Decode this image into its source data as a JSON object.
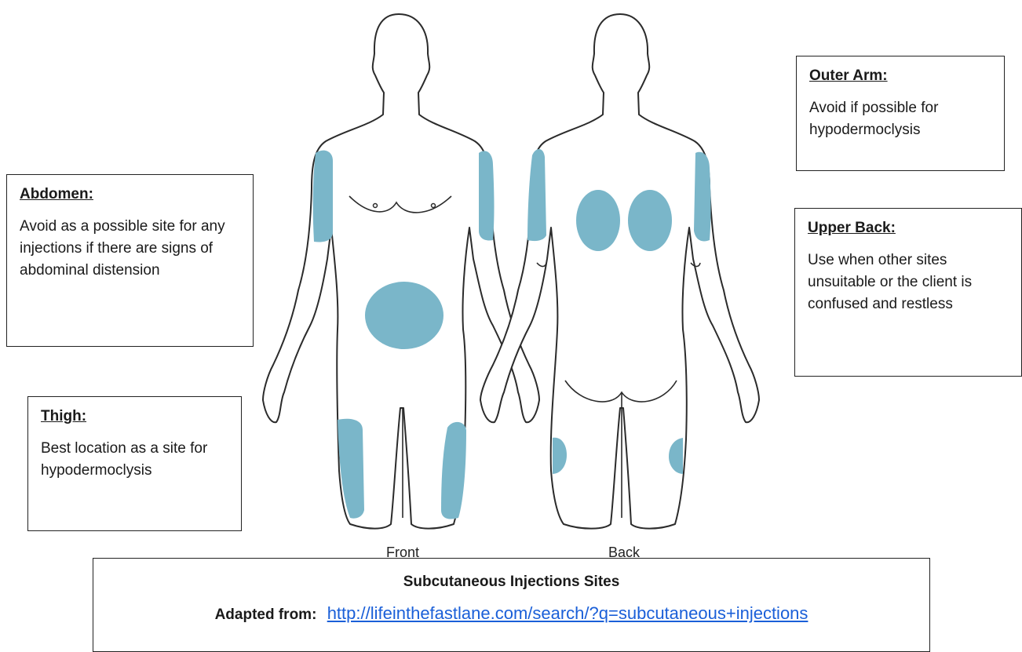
{
  "notes": {
    "abdomen": {
      "title": "Abdomen:",
      "text": "Avoid as a possible site for any injections if there are signs of abdominal distension"
    },
    "thigh": {
      "title": "Thigh:",
      "text": "Best location as a site for hypodermoclysis"
    },
    "outer_arm": {
      "title": "Outer Arm:",
      "text": "Avoid if possible for hypodermoclysis"
    },
    "upper_back": {
      "title": "Upper Back:",
      "text": "Use when other sites unsuitable or the client is confused and restless"
    }
  },
  "figure": {
    "front_label": "Front",
    "back_label": "Back",
    "site_color": "#7ab6c9"
  },
  "credit": {
    "title": "Subcutaneous Injections Sites",
    "adapted_label": "Adapted from:",
    "url": "http://lifeinthefastlane.com/search/?q=subcutaneous+injections"
  }
}
